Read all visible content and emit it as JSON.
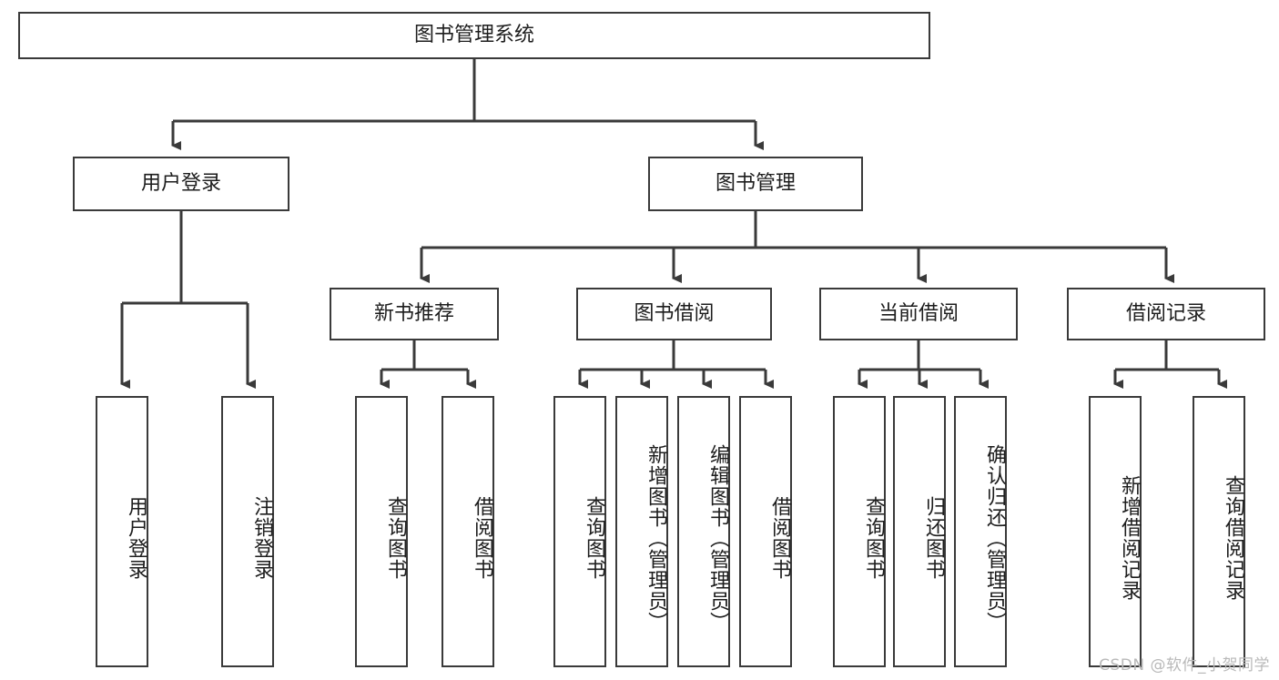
{
  "diagram": {
    "title": "图书管理系统",
    "watermark": "CSDN @软件_小贺同学",
    "colors": {
      "background": "#ffffff",
      "box_border": "#3a3a3a",
      "connector": "#3a3a3a",
      "text": "#1d1d1d",
      "watermark": "#b9b9b9"
    },
    "levels": {
      "root": {
        "label": "图书管理系统"
      },
      "level1": [
        {
          "label": "用户登录"
        },
        {
          "label": "图书管理"
        }
      ],
      "level2": [
        {
          "label": "新书推荐"
        },
        {
          "label": "图书借阅"
        },
        {
          "label": "当前借阅"
        },
        {
          "label": "借阅记录"
        }
      ],
      "leaves": {
        "user_login": [
          {
            "label": "用户登录"
          },
          {
            "label": "注销登录"
          }
        ],
        "new_book_rec": [
          {
            "label": "查询图书"
          },
          {
            "label": "借阅图书"
          }
        ],
        "book_borrow": [
          {
            "label": "查询图书"
          },
          {
            "label": "新增图书（管理员）"
          },
          {
            "label": "编辑图书（管理员）"
          },
          {
            "label": "借阅图书"
          }
        ],
        "current_borrow": [
          {
            "label": "查询图书"
          },
          {
            "label": "归还图书"
          },
          {
            "label": "确认归还（管理员）"
          }
        ],
        "borrow_record": [
          {
            "label": "新增借阅记录"
          },
          {
            "label": "查询借阅记录"
          }
        ]
      }
    }
  }
}
